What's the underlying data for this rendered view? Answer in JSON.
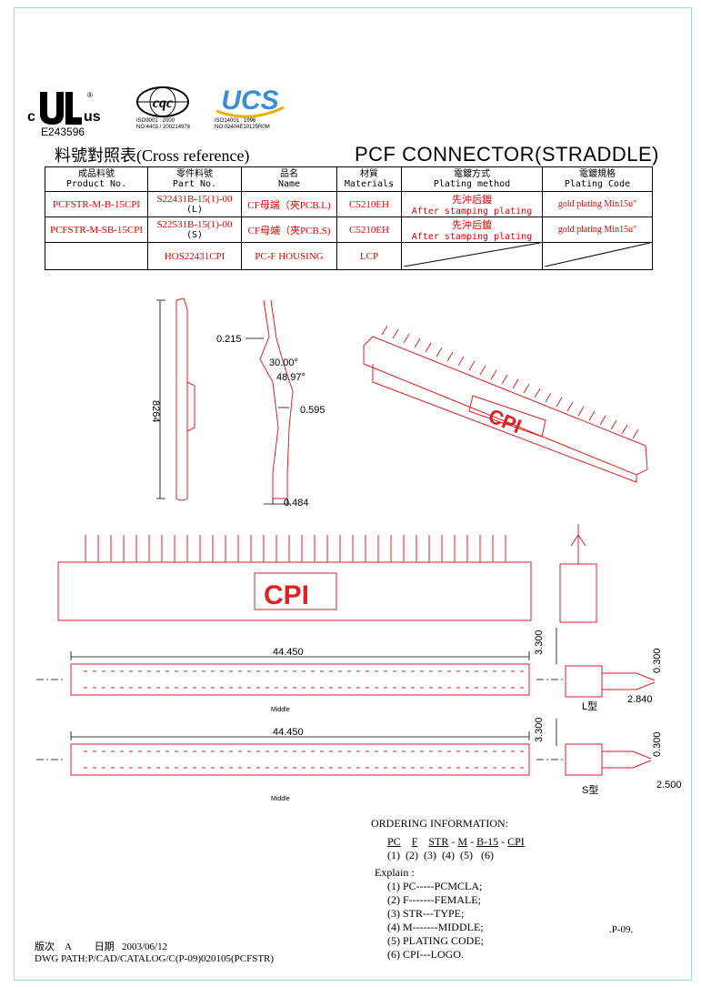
{
  "header": {
    "ul_cert": "E243596",
    "cqc_caption_1": "ISO9001 : 2000",
    "cqc_caption_2": "NO:4403 / 200214976",
    "ucs_caption_1": "ISO14001 : 1996",
    "ucs_caption_2": "NO:02404E10125R0M",
    "title_left": "料號對照表(Cross reference)",
    "title_right": "PCF  CONNECTOR(STRADDLE)"
  },
  "table": {
    "headers": [
      {
        "zh": "成品料號",
        "en": "Product No."
      },
      {
        "zh": "零件料號",
        "en": "Part No."
      },
      {
        "zh": "品名",
        "en": "Name"
      },
      {
        "zh": "材質",
        "en": "Materials"
      },
      {
        "zh": "電鍍方式",
        "en": "Plating method"
      },
      {
        "zh": "電鍍規格",
        "en": "Plating Code"
      }
    ],
    "rows": [
      {
        "product": "PCFSTR-M-B-15CPI",
        "part": "S22431B-15(1)-00",
        "part_sub": "(L)",
        "name": "CF母端（夾PCB.L)",
        "material": "C5210EH",
        "plating_zh": "先沖后鍍",
        "plating_en": "After stamping plating",
        "code": "gold plating Min15u\""
      },
      {
        "product": "PCFSTR-M-SB-15CPI",
        "part": "S22531B-15(1)-00",
        "part_sub": "(S)",
        "name": "CF母端（夾PCB.S)",
        "material": "C5210EH",
        "plating_zh": "先沖后鍍",
        "plating_en": "After stamping plating",
        "code": "gold plating Min15u\""
      },
      {
        "product": "",
        "part": "HOS22431CPI",
        "part_sub": "",
        "name": "PC-F HOUSING",
        "material": "LCP",
        "plating_zh": "",
        "plating_en": "",
        "code": ""
      }
    ]
  },
  "drawing": {
    "dim_8264": "8264",
    "dim_0215": "0.215",
    "dim_3000": "30.00°",
    "dim_4897": "48.97°",
    "dim_0595": "0.595",
    "dim_0484": "0.484",
    "logo_text": "CPI",
    "dim_44450_a": "44.450",
    "dim_44450_b": "44.450",
    "label_middle_a": "Middle",
    "label_middle_b": "Middle",
    "dim_3300_a": "3.300",
    "dim_0300_a": "0.300",
    "dim_2840": "2.840",
    "label_L": "L型",
    "dim_3300_b": "3.300",
    "dim_0300_b": "0.300",
    "dim_2500": "2.500",
    "label_S": "S型"
  },
  "ordering": {
    "title": "ORDERING    INFORMATION:",
    "codes": [
      "PC",
      "F",
      "STR",
      "M",
      "B-15",
      "CPI"
    ],
    "numbers": [
      "(1)",
      "(2)",
      "(3)",
      "(4)",
      "(5)",
      "(6)"
    ],
    "explain_title": "Explain :",
    "explain": [
      "(1) PC-----PCMCLA;",
      "(2) F-------FEMALE;",
      "(3) STR---TYPE;",
      "(4) M-------MIDDLE;",
      "(5) PLATING  CODE;",
      "(6) CPI---LOGO."
    ]
  },
  "footer": {
    "version_label": "版次",
    "version": "A",
    "date_label": "日期",
    "date": "2003/06/12",
    "path": "DWG PATH:P/CAD/CATALOG/C(P-09)020105(PCFSTR)",
    "page": ".P-09."
  },
  "colors": {
    "drawing_red": "#d22",
    "frame": "#9fd8dc",
    "ucs_blue": "#3b8fd0"
  }
}
